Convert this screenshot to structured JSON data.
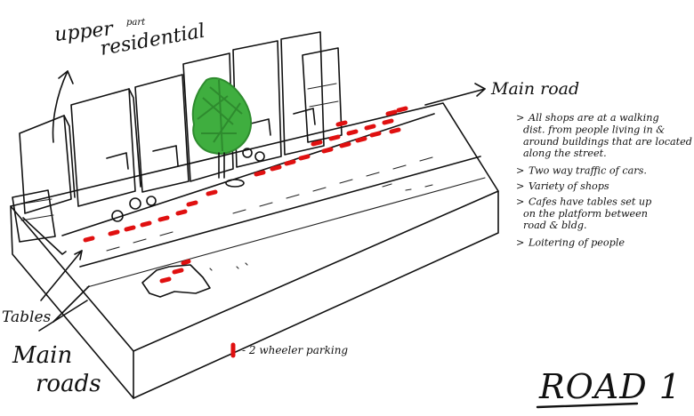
{
  "labels": {
    "upper_small": "part",
    "upper_line1": "upper",
    "upper_line2": "residential",
    "main_road_right": "Main road",
    "tables": "Tables",
    "main_roads_left_1": "Main",
    "main_roads_left_2": "roads",
    "legend_text": "- 2 wheeler parking",
    "title": "ROAD 1"
  },
  "notes": [
    {
      "bullet": ">",
      "lines": [
        "All shops are at a walking",
        "dist. from people living in &",
        "around buildings that are located",
        "along the street."
      ]
    },
    {
      "bullet": ">",
      "lines": [
        "Two way traffic of cars."
      ]
    },
    {
      "bullet": ">",
      "lines": [
        "Variety of shops"
      ]
    },
    {
      "bullet": ">",
      "lines": [
        "Cafes have tables set up",
        "on the platform between",
        "road & bldg."
      ]
    },
    {
      "bullet": ">",
      "lines": [
        "Loitering of people"
      ]
    }
  ],
  "colors": {
    "ink": "#111111",
    "parking_red": "#e01010",
    "tree_green": "#3fae3f"
  }
}
